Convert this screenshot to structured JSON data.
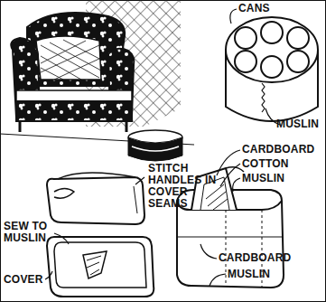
{
  "diagram": {
    "labels": [
      "CANS",
      "MUSLIN",
      "CARDBOARD",
      "COTTON",
      "MUSLIN",
      "STITCH HANDLES IN COVER SEAMS",
      "SEW TO MUSLIN",
      "COVER",
      "CARDBOARD",
      "MUSLIN"
    ]
  }
}
